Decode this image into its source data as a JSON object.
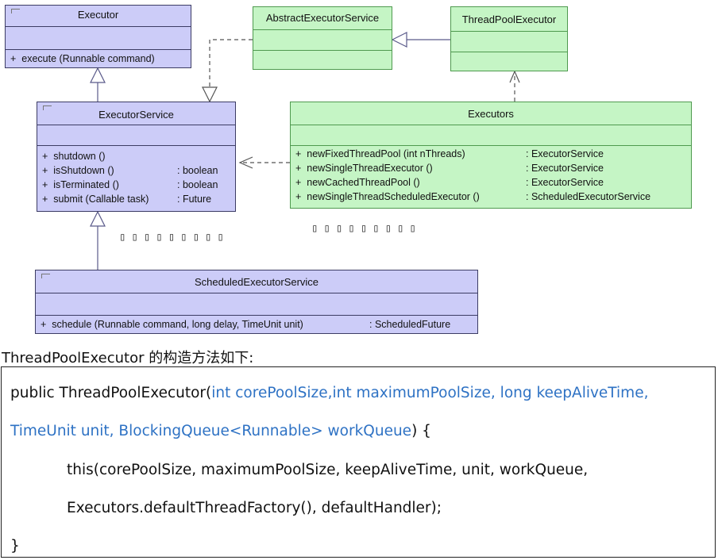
{
  "diagram": {
    "executor": {
      "name": "Executor",
      "ops": [
        {
          "text": "+  execute (Runnable command)",
          "type": ""
        }
      ]
    },
    "abstract_executor_service": {
      "name": "AbstractExecutorService"
    },
    "thread_pool_executor": {
      "name": "ThreadPoolExecutor"
    },
    "executor_service": {
      "name": "ExecutorService",
      "ops": [
        {
          "text": "+  shutdown ()",
          "type": ""
        },
        {
          "text": "+  isShutdown ()",
          "type": ": boolean"
        },
        {
          "text": "+  isTerminated ()",
          "type": ": boolean"
        },
        {
          "text": "+  submit (Callable task)",
          "type": ": Future"
        }
      ]
    },
    "executors": {
      "name": "Executors",
      "ops": [
        {
          "text": "+  newFixedThreadPool (int nThreads)",
          "type": ": ExecutorService"
        },
        {
          "text": "+  newSingleThreadExecutor ()",
          "type": ": ExecutorService"
        },
        {
          "text": "+  newCachedThreadPool ()",
          "type": ": ExecutorService"
        },
        {
          "text": "+  newSingleThreadScheduledExecutor ()",
          "type": ": ScheduledExecutorService"
        }
      ]
    },
    "scheduled_executor_service": {
      "name": "ScheduledExecutorService",
      "ops": [
        {
          "text": "+  schedule (Runnable command, long delay, TimeUnit unit)",
          "type": ": ScheduledFuture"
        }
      ]
    },
    "placeholder_left": "▯▯▯▯▯▯▯▯▯",
    "placeholder_right": "▯▯▯▯▯▯▯▯▯"
  },
  "caption": "ThreadPoolExecutor 的构造方法如下:",
  "code": {
    "line1_plain": "public ThreadPoolExecutor(",
    "line1_params": "int corePoolSize,int maximumPoolSize, long keepAliveTime,",
    "line2_params": "TimeUnit unit, BlockingQueue<Runnable> workQueue",
    "line2_plain": ") {",
    "line3": "this(corePoolSize, maximumPoolSize, keepAliveTime, unit, workQueue,",
    "line4": "Executors.defaultThreadFactory(), defaultHandler);",
    "line5": "}"
  }
}
